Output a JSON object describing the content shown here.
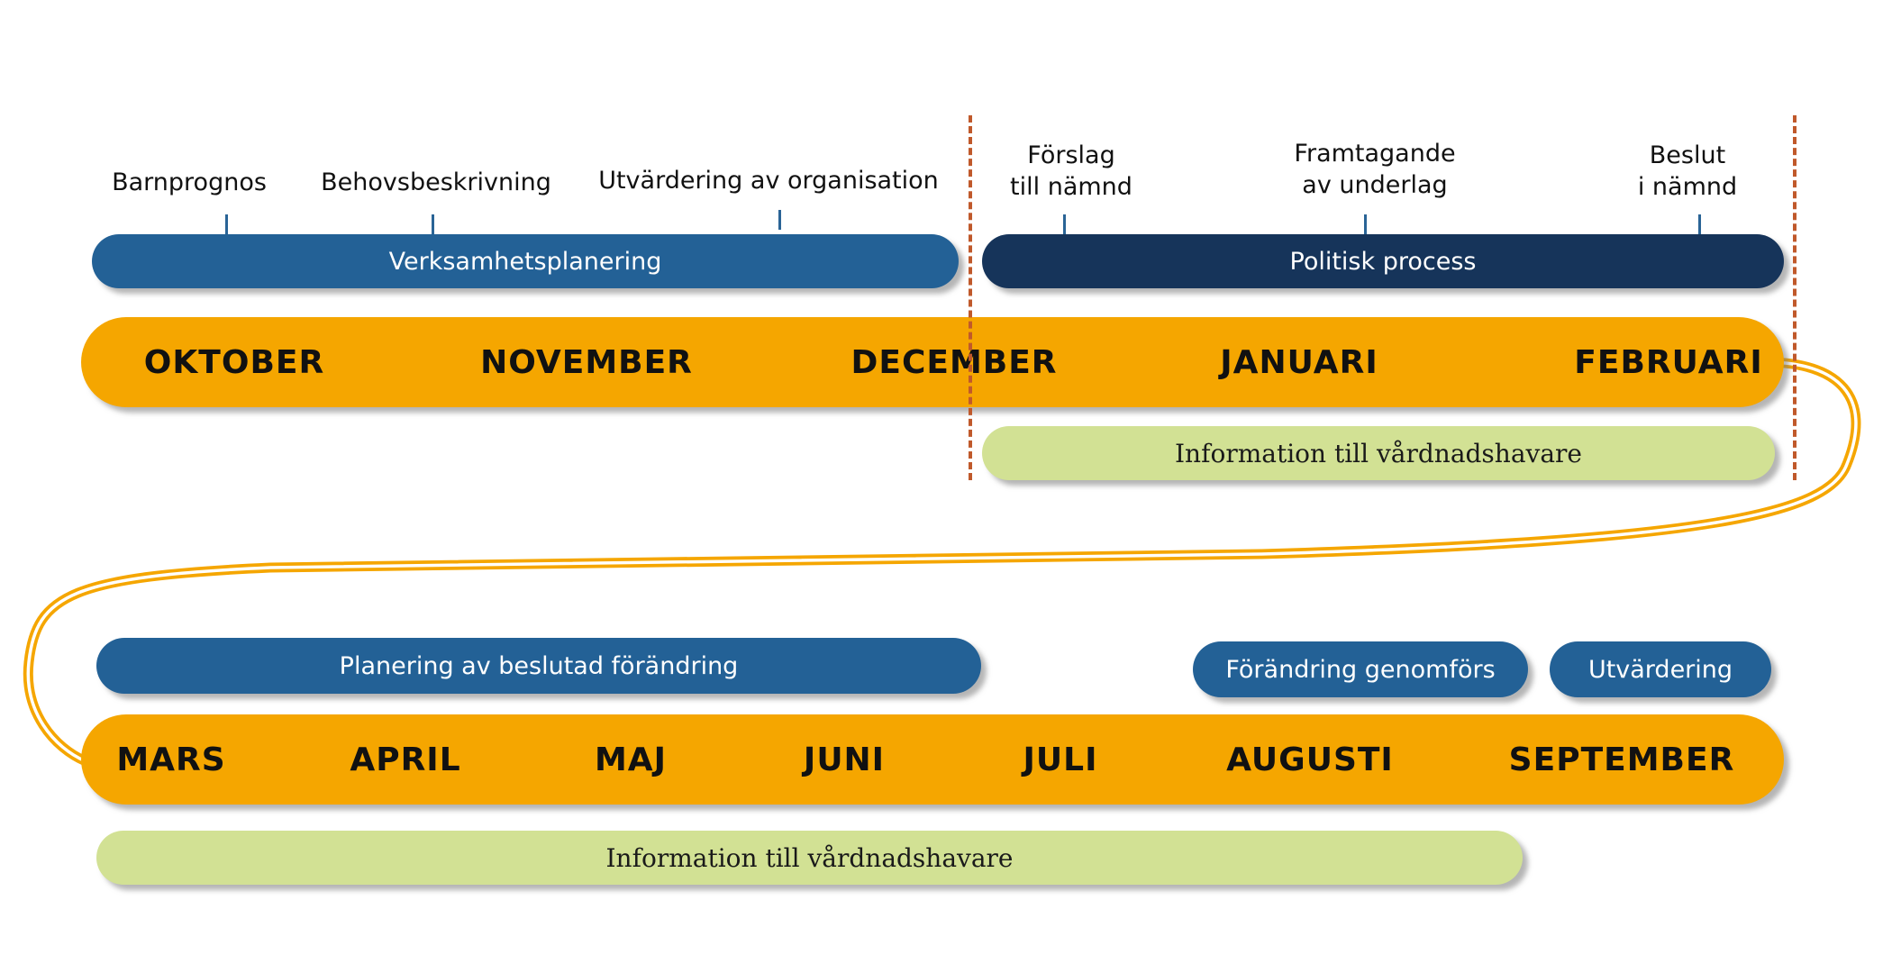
{
  "colors": {
    "month_bar": "#F5A600",
    "planning_band": "#236196",
    "political_band": "#16345A",
    "info_band": "#D2E194",
    "tick": "#2A6496",
    "divider": "#C0592B",
    "connector": "#F5A600"
  },
  "row1": {
    "milestones": [
      {
        "lines": [
          "Barnprognos"
        ]
      },
      {
        "lines": [
          "Behovsbeskrivning"
        ]
      },
      {
        "lines": [
          "Utvärdering av organisation"
        ]
      },
      {
        "lines": [
          "Förslag",
          "till nämnd"
        ]
      },
      {
        "lines": [
          "Framtagande",
          "av underlag"
        ]
      },
      {
        "lines": [
          "Beslut",
          "i nämnd"
        ]
      }
    ],
    "bands": {
      "verksamhet": "Verksamhetsplanering",
      "politisk": "Politisk process"
    },
    "months": [
      "OKTOBER",
      "NOVEMBER",
      "DECEMBER",
      "JANUARI",
      "FEBRUARI"
    ],
    "info": "Information till vårdnadshavare"
  },
  "row2": {
    "bands": {
      "planering": "Planering av beslutad förändring",
      "genomfors": "Förändring genomförs",
      "utvardering": "Utvärdering"
    },
    "months": [
      "MARS",
      "APRIL",
      "MAJ",
      "JUNI",
      "JULI",
      "AUGUSTI",
      "SEPTEMBER"
    ],
    "info": "Information till vårdnadshavare"
  }
}
